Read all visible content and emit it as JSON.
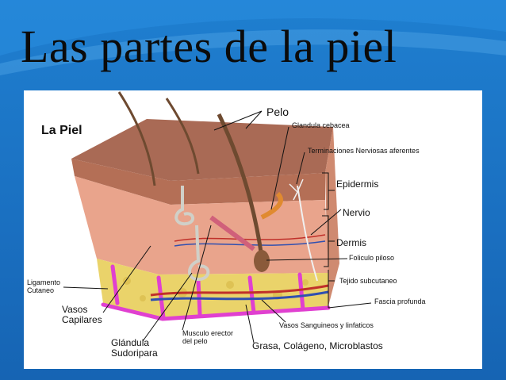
{
  "slide": {
    "title": "Las partes de la piel"
  },
  "diagram": {
    "heading": "La Piel",
    "labels": {
      "pelo": "Pelo",
      "glandula_cebacea": "Glandula cebacea",
      "terminaciones": "Terminaciones Nerviosas aferentes",
      "epidermis": "Epidermis",
      "nervio": "Nervio",
      "dermis": "Dermis",
      "foliculo": "Foliculo piloso",
      "tejido": "Tejido subcutaneo",
      "fascia": "Fascia profunda",
      "vasos_sanguineos": "Vasos Sanguineos y linfaticos",
      "grasa": "Grasa, Colágeno, Microblastos",
      "musculo_line1": "Musculo erector",
      "musculo_line2": "del pelo",
      "glandula_line1": "Glándula",
      "glandula_line2": "Sudoripara",
      "vasos_line1": "Vasos",
      "vasos_line2": "Capilares",
      "ligamento_line1": "Ligamento",
      "ligamento_line2": "Cutaneo"
    },
    "colors": {
      "background": "#1a6fc0",
      "epidermis": "#b46f56",
      "dermis": "#e9a48c",
      "fat": "#ead36a",
      "ligament": "#e040d0",
      "blood": "#c0302a",
      "vein": "#3050b0"
    }
  }
}
